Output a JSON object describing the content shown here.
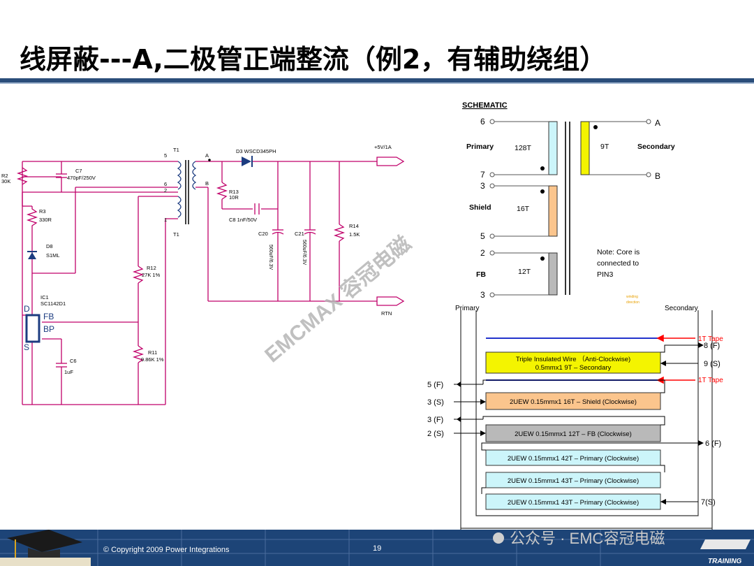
{
  "title": "线屏蔽---A,二极管正端整流（例2，有辅助绕组）",
  "schematic": {
    "t1_top": "T1",
    "t1_bottom": "T1",
    "pin5": "5",
    "pin6": "6",
    "pin2": "2",
    "pin1": "1",
    "node_a": "A",
    "node_b": "B",
    "d3": "D3  WSCD345PH",
    "out_label": "+5V/1A",
    "rtn_label": "RTN",
    "r2": "R2",
    "r2_val": "30K",
    "c7": "C7",
    "c7_val": "470pF/250V",
    "r13": "R13",
    "r13_val": "10R",
    "c8": "C8  1nF/50V",
    "r3": "R3",
    "r3_val": "330R",
    "d8": "D8",
    "d8_val": "S1ML",
    "c20": "C20",
    "c21": "C21",
    "c20_val": "560uF/6.3V",
    "c21_val": "560uF/6.3V",
    "r14": "R14",
    "r14_val": "1.5K",
    "r12": "R12",
    "r12_val": "27K 1%",
    "ic1": "IC1",
    "ic1_val": "SC1142D1",
    "pin_d": "D",
    "pin_fb": "FB",
    "pin_bp": "BP",
    "pin_s": "S",
    "c6": "C6",
    "c6_val": "1uF",
    "r11": "R11",
    "r11_val": "9.86K 1%"
  },
  "transformer": {
    "heading": "SCHEMATIC",
    "pin6": "6",
    "pin7": "7",
    "pin3a": "3",
    "pin5": "5",
    "pin2": "2",
    "pin3b": "3",
    "primary": "Primary",
    "primary_turns": "128T",
    "shield": "Shield",
    "shield_turns": "16T",
    "fb": "FB",
    "fb_turns": "12T",
    "sec_turns": "9T",
    "secondary": "Secondary",
    "out_a": "A",
    "out_b": "B",
    "note1": "Note: Core is",
    "note2": "connected to",
    "note3": "PIN3",
    "winding1": "winding",
    "winding2": "direction"
  },
  "winding": {
    "primary_label": "Primary",
    "secondary_label": "Secondary",
    "tape1": "1T Tape",
    "tape2": "1T Tape",
    "l8f": "8 (F)",
    "l9s": "9 (S)",
    "l5f": "5 (F)",
    "l3s": "3 (S)",
    "l3f": "3 (F)",
    "l2s": "2 (S)",
    "l6f": "6 (F)",
    "l7s": "7(S)",
    "layer_sec_1": "Triple Insulated Wire  （Anti-Clockwise)",
    "layer_sec_2": "0.5mmx1  9T – Secondary",
    "layer_shield": "2UEW 0.15mmx1 16T – Shield (Clockwise)",
    "layer_fb": "2UEW 0.15mmx1 12T – FB (Clockwise)",
    "layer_p1": "2UEW 0.15mmx1 42T – Primary (Clockwise)",
    "layer_p2": "2UEW 0.15mmx1 43T – Primary (Clockwise)",
    "layer_p3": "2UEW 0.15mmx1 43T – Primary (Clockwise)"
  },
  "watermark": "EMCMAX 容冠电磁",
  "footer": {
    "copyright": "© Copyright 2009 Power Integrations",
    "page": "19",
    "wechat": "公众号 · EMC容冠电磁",
    "training": "TRAINING"
  },
  "colors": {
    "title_rule": "#2a4d7a",
    "wire": "#c0006a",
    "primary_fill": "#ccf5fa",
    "shield_fill": "#fbc58d",
    "fb_fill": "#b9b9b9",
    "secondary_fill": "#f4f400",
    "tape_line": "#2233cc",
    "tape_arrow": "#ff0000",
    "footer_bg": "#1d4477"
  }
}
